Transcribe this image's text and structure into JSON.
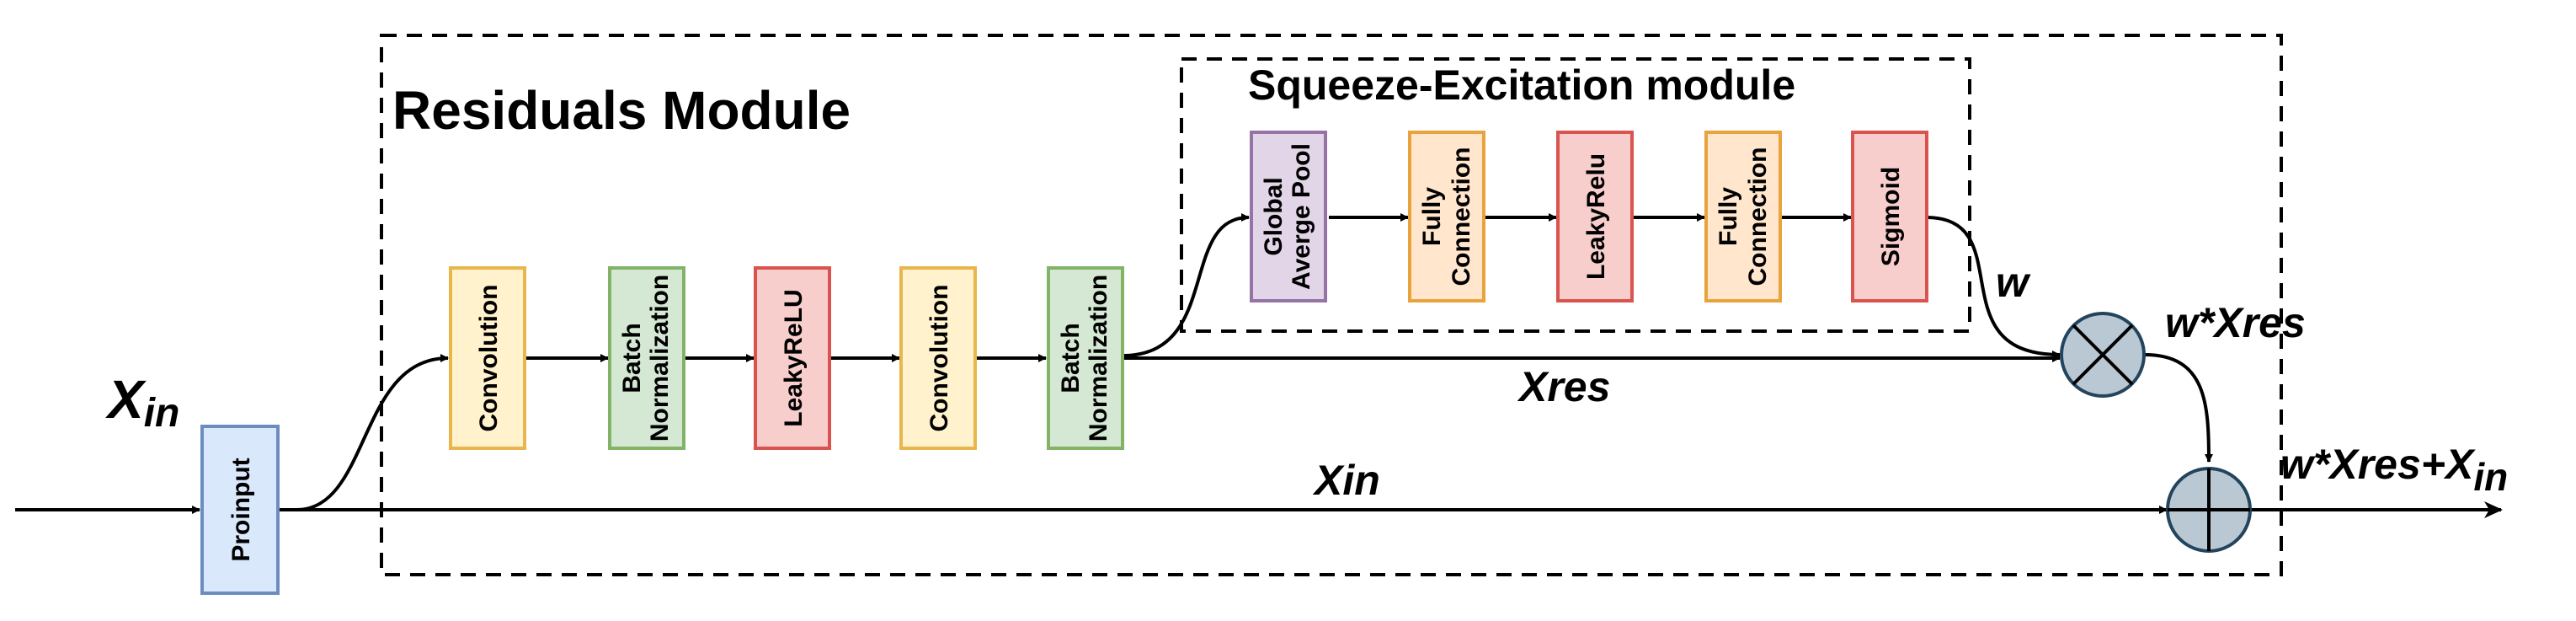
{
  "residual_module": {
    "title": "Residuals Module"
  },
  "se_module": {
    "title": "Squeeze-Excitation module"
  },
  "blocks": {
    "proinput": {
      "label": "Proinput",
      "fill": "#dae8fc",
      "stroke": "#6c8ebf"
    },
    "conv1": {
      "label": "Convolution",
      "fill": "#fff2cc",
      "stroke": "#e8b64d"
    },
    "bn1": {
      "line1": "Batch",
      "line2": "Normalization",
      "fill": "#d5e8d4",
      "stroke": "#82b366"
    },
    "relu1": {
      "label": "LeakyReLU",
      "fill": "#f8cecc",
      "stroke": "#d9534f"
    },
    "conv2": {
      "label": "Convolution",
      "fill": "#fff2cc",
      "stroke": "#e8b64d"
    },
    "bn2": {
      "line1": "Batch",
      "line2": "Normalization",
      "fill": "#d5e8d4",
      "stroke": "#82b366"
    },
    "gap": {
      "line1": "Global",
      "line2": "Averge Pool",
      "fill": "#e1d5e7",
      "stroke": "#9673a6"
    },
    "fc1": {
      "line1": "Fully",
      "line2": "Connection",
      "fill": "#ffe6cc",
      "stroke": "#e8a33d"
    },
    "relu2": {
      "label": "LeakyRelu",
      "fill": "#f8cecc",
      "stroke": "#d9534f"
    },
    "fc2": {
      "line1": "Fully",
      "line2": "Connection",
      "fill": "#ffe6cc",
      "stroke": "#e8a33d"
    },
    "sigmoid": {
      "label": "Sigmoid",
      "fill": "#f8cecc",
      "stroke": "#d9534f"
    }
  },
  "operators": {
    "multiply": {
      "name": "multiply",
      "fill": "#bac8d3",
      "stroke": "#23445d"
    },
    "add": {
      "name": "add",
      "fill": "#bac8d3",
      "stroke": "#23445d"
    }
  },
  "labels": {
    "xin_main": "X",
    "xin_main_sub": "in",
    "w": "w",
    "w_xres": "w*Xres",
    "xres": "Xres",
    "xin_skip": "Xin",
    "output_prefix": "w*Xres+X",
    "output_sub": "in"
  }
}
